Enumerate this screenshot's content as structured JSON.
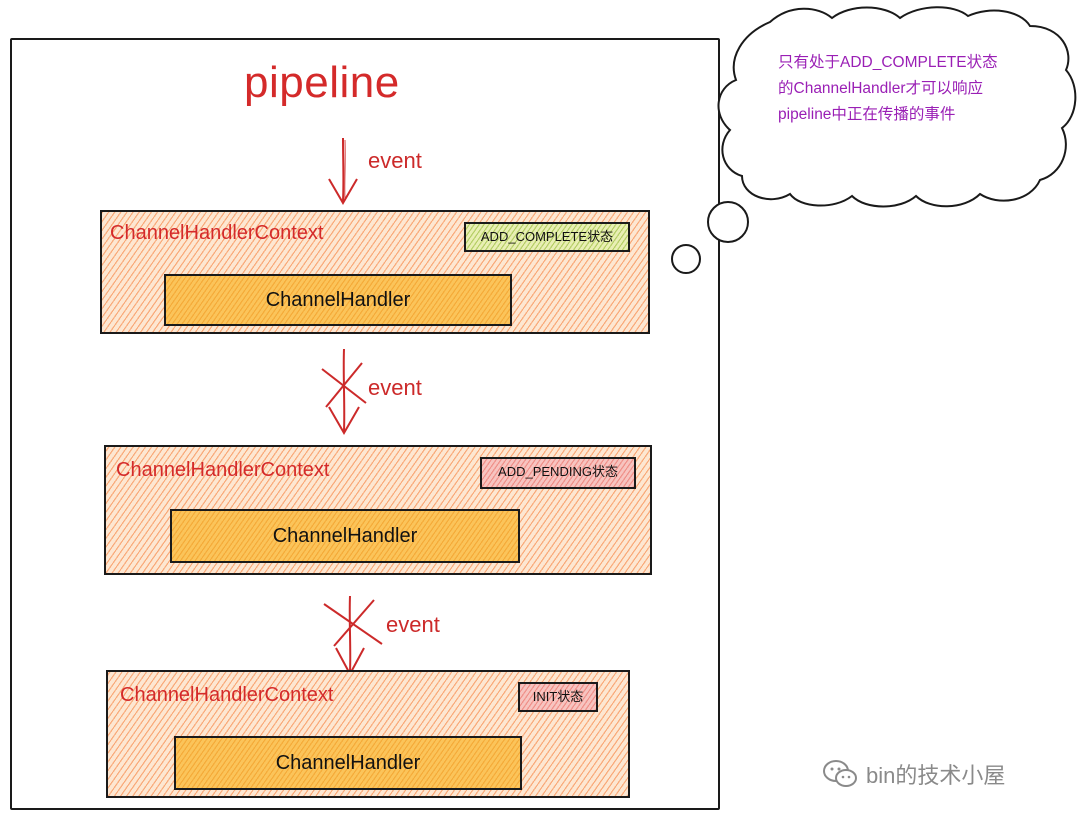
{
  "pipeline": {
    "title": "pipeline"
  },
  "arrows": [
    {
      "label": "event",
      "blocked": false
    },
    {
      "label": "event",
      "blocked": true
    },
    {
      "label": "event",
      "blocked": true
    }
  ],
  "contexts": [
    {
      "label": "ChannelHandlerContext",
      "state": "ADD_COMPLETE状态",
      "state_color": "#e9efb4",
      "handler": "ChannelHandler"
    },
    {
      "label": "ChannelHandlerContext",
      "state": "ADD_PENDING状态",
      "state_color": "#f7c4c0",
      "handler": "ChannelHandler"
    },
    {
      "label": "ChannelHandlerContext",
      "state": "INIT状态",
      "state_color": "#f7c4c0",
      "handler": "ChannelHandler"
    }
  ],
  "callout": {
    "lines": [
      "只有处于ADD_COMPLETE状态",
      "的ChannelHandler才可以响应",
      "pipeline中正在传播的事件"
    ]
  },
  "watermark": {
    "text": "bin的技术小屋",
    "icon": "wechat-icon"
  },
  "colors": {
    "accent_red": "#d42a2a",
    "callout_purple": "#9a1fb5",
    "context_fill": "#f67832",
    "handler_fill": "#fbc45a"
  }
}
